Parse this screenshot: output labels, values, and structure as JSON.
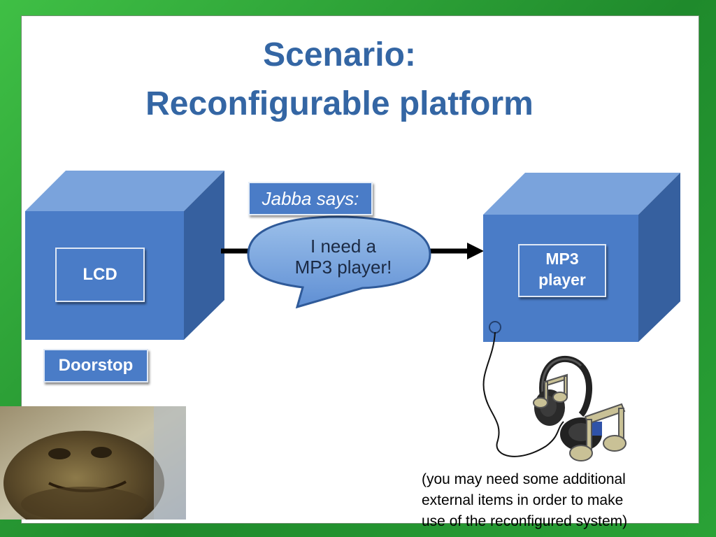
{
  "slide": {
    "title_line1": "Scenario:",
    "title_line2": "Reconfigurable platform"
  },
  "left_cube": {
    "label": "LCD"
  },
  "doorstop": {
    "label": "Doorstop"
  },
  "speech": {
    "header": "Jabba says:",
    "line1": "I need a",
    "line2": "MP3 player!"
  },
  "right_cube": {
    "label_line1": "MP3",
    "label_line2": "player"
  },
  "note": {
    "line1": "(you may need some  additional",
    "line2": "external  items in order to make",
    "line3": "use of the reconfigured system)"
  },
  "colors": {
    "title": "#3466a4",
    "cube_front": "#4a7cc7",
    "cube_top": "#6f9ad8",
    "cube_side": "#3560a3",
    "background": "#2d9a36"
  },
  "icons": [
    "headphones-icon",
    "music-note-icon",
    "jabba-photo"
  ]
}
